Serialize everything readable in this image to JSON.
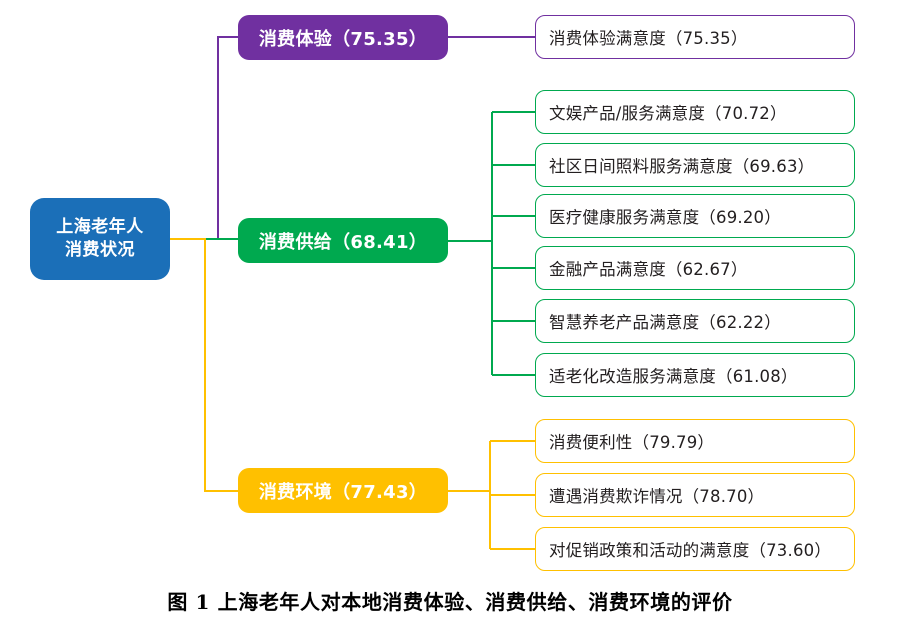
{
  "figure": {
    "caption": "图 1  上海老年人对本地消费体验、消费供给、消费环境的评价"
  },
  "colors": {
    "root": "#1B6FB8",
    "experience": "#7030A0",
    "supply": "#00A94F",
    "environment": "#FFC000",
    "leaf_text": "#231f20",
    "background": "#ffffff"
  },
  "chart_data": {
    "type": "diagram",
    "title": "图 1  上海老年人对本地消费体验、消费供给、消费环境的评价",
    "root": "上海老年人消费状况",
    "branches": [
      {
        "label": "消费体验（75.35）",
        "name": "消费体验",
        "value": 75.35,
        "color": "#7030A0",
        "children": [
          {
            "label": "消费体验满意度（75.35）",
            "name": "消费体验满意度",
            "value": 75.35
          }
        ]
      },
      {
        "label": "消费供给（68.41）",
        "name": "消费供给",
        "value": 68.41,
        "color": "#00A94F",
        "children": [
          {
            "label": "文娱产品/服务满意度（70.72）",
            "name": "文娱产品/服务满意度",
            "value": 70.72
          },
          {
            "label": "社区日间照料服务满意度（69.63）",
            "name": "社区日间照料服务满意度",
            "value": 69.63
          },
          {
            "label": "医疗健康服务满意度（69.20）",
            "name": "医疗健康服务满意度",
            "value": 69.2
          },
          {
            "label": "金融产品满意度（62.67）",
            "name": "金融产品满意度",
            "value": 62.67
          },
          {
            "label": "智慧养老产品满意度（62.22）",
            "name": "智慧养老产品满意度",
            "value": 62.22
          },
          {
            "label": "适老化改造服务满意度（61.08）",
            "name": "适老化改造服务满意度",
            "value": 61.08
          }
        ]
      },
      {
        "label": "消费环境（77.43）",
        "name": "消费环境",
        "value": 77.43,
        "color": "#FFC000",
        "children": [
          {
            "label": "消费便利性（79.79）",
            "name": "消费便利性",
            "value": 79.79
          },
          {
            "label": "遭遇消费欺诈情况（78.70）",
            "name": "遭遇消费欺诈情况",
            "value": 78.7
          },
          {
            "label": "对促销政策和活动的满意度（73.60）",
            "name": "对促销政策和活动的满意度",
            "value": 73.6
          }
        ]
      }
    ]
  },
  "root": {
    "line1": "上海老年人",
    "line2": "消费状况"
  },
  "level2": {
    "experience": "消费体验（75.35）",
    "supply": "消费供给（68.41）",
    "environment": "消费环境（77.43）"
  },
  "leaves": {
    "experience": [
      "消费体验满意度（75.35）"
    ],
    "supply": [
      "文娱产品/服务满意度（70.72）",
      "社区日间照料服务满意度（69.63）",
      "医疗健康服务满意度（69.20）",
      "金融产品满意度（62.67）",
      "智慧养老产品满意度（62.22）",
      "适老化改造服务满意度（61.08）"
    ],
    "environment": [
      "消费便利性（79.79）",
      "遭遇消费欺诈情况（78.70）",
      "对促销政策和活动的满意度（73.60）"
    ]
  }
}
